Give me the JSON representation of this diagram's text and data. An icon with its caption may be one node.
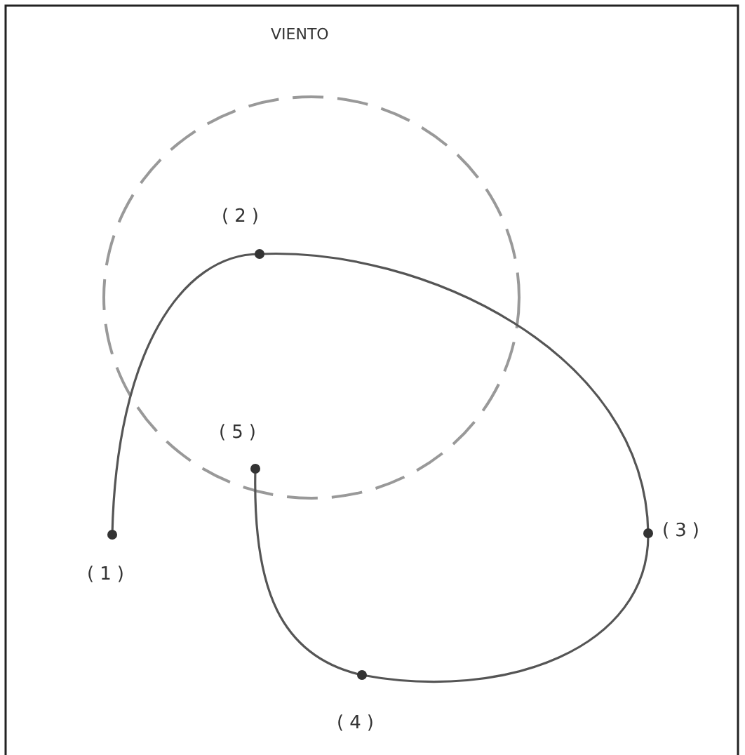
{
  "diagram": {
    "labels": [
      "VIENTO",
      "(2)",
      "(5)",
      "(1)",
      "(3)",
      "(4)"
    ]
  }
}
